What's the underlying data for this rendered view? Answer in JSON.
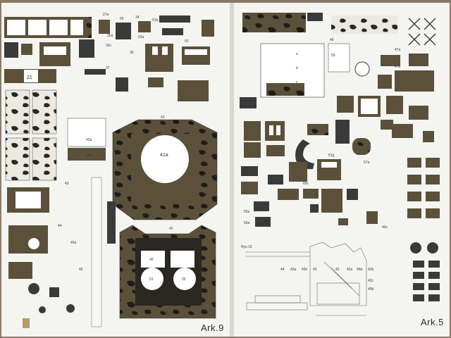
{
  "left_sheet": {
    "label": "Ark.9",
    "turret_roof_number": "41a",
    "turret_number": "41",
    "hull_number": "21",
    "hull_parts": [
      "49",
      "51",
      "50",
      "46"
    ],
    "part_labels": [
      "27a",
      "65",
      "34",
      "53a",
      "51b",
      "52",
      "35a",
      "32c",
      "36",
      "37",
      "42a",
      "42b",
      "43",
      "44",
      "45a",
      "45",
      "42"
    ]
  },
  "right_sheet": {
    "label": "Ark.5",
    "drawing_label": "Rys.19",
    "part_labels": [
      "a",
      "b",
      "c",
      "48",
      "47a",
      "47b",
      "57a",
      "59",
      "54",
      "55a",
      "56a",
      "51g",
      "51e",
      "60c",
      "40c"
    ],
    "small_labels": [
      "44",
      "43a",
      "43b",
      "43",
      "42",
      "42a",
      "42b",
      "42c",
      "45b",
      "45d"
    ]
  },
  "colors": {
    "sheet": "#f4f4f1",
    "camo_base": "#5b503a",
    "camo_dark": "#1f1d19",
    "outline": "#3a3a3a",
    "background": "#8a7a6a"
  }
}
